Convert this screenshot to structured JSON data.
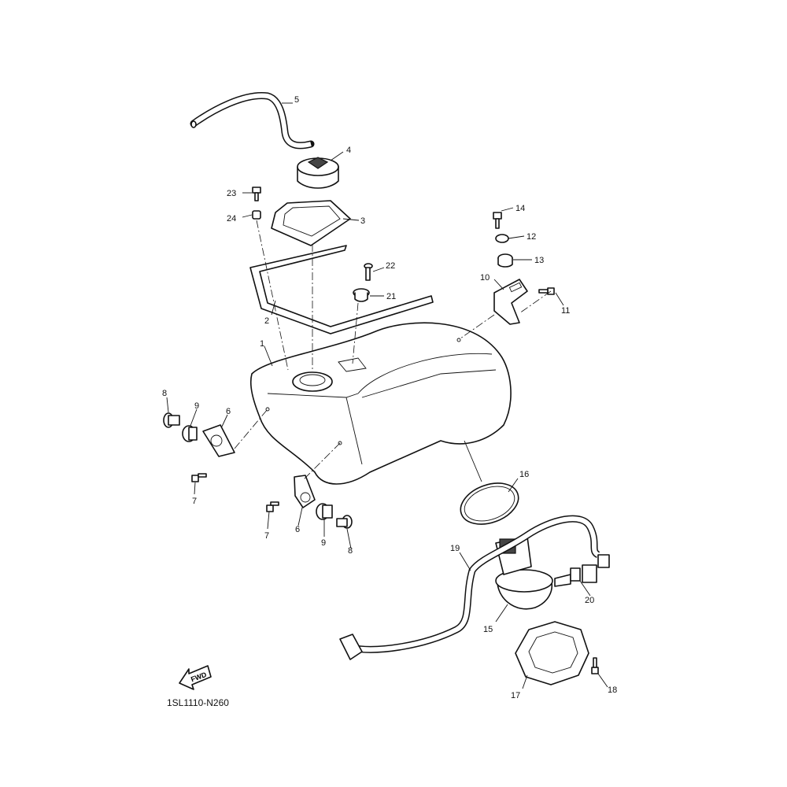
{
  "diagram_code": "1SL1110-N260",
  "fwd_label": "FWD",
  "callouts": {
    "c1": "1",
    "c2": "2",
    "c3": "3",
    "c4": "4",
    "c5": "5",
    "c6a": "6",
    "c6b": "6",
    "c7a": "7",
    "c7b": "7",
    "c8a": "8",
    "c8b": "8",
    "c9a": "9",
    "c9b": "9",
    "c10": "10",
    "c11": "11",
    "c12": "12",
    "c13": "13",
    "c14": "14",
    "c15": "15",
    "c16": "16",
    "c17": "17",
    "c18": "18",
    "c19": "19",
    "c20": "20",
    "c21": "21",
    "c22": "22",
    "c23": "23",
    "c24": "24"
  },
  "icons": {
    "fwd": "fwd-arrow-icon"
  }
}
